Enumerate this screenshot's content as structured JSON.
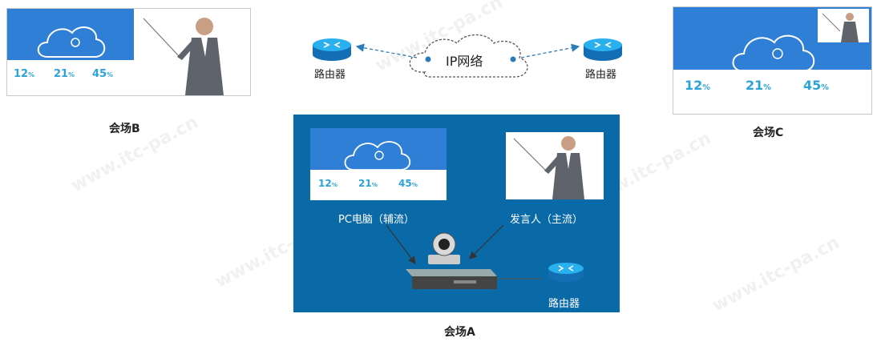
{
  "network": {
    "label": "IP网络"
  },
  "routers": {
    "left": "路由器",
    "right": "路由器",
    "bottom": "路由器"
  },
  "venues": {
    "a": "会场A",
    "b": "会场B",
    "c": "会场C"
  },
  "venue_a": {
    "pc_label": "PC电脑（辅流）",
    "speaker_label": "发言人（主流）"
  },
  "slide": {
    "stats": [
      "12",
      "21",
      "45"
    ],
    "unit": "%"
  },
  "watermark": "www.itc-pa.cn",
  "colors": {
    "panel": "#0a6aa8",
    "slide_blue": "#2f7fd6",
    "router": "#1e9fe0"
  }
}
